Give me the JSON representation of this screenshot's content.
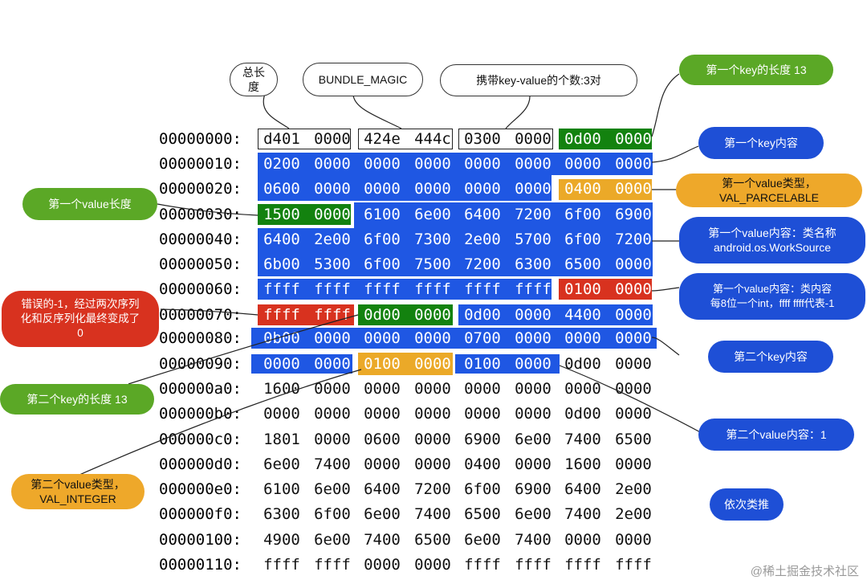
{
  "rows": [
    {
      "addr": "00000000:",
      "words": [
        "d401",
        "0000",
        "424e",
        "444c",
        "0300",
        "0000",
        "0d00",
        "0000"
      ]
    },
    {
      "addr": "00000010:",
      "words": [
        "0200",
        "0000",
        "0000",
        "0000",
        "0000",
        "0000",
        "0000",
        "0000"
      ]
    },
    {
      "addr": "00000020:",
      "words": [
        "0600",
        "0000",
        "0000",
        "0000",
        "0000",
        "0000",
        "0400",
        "0000"
      ]
    },
    {
      "addr": "00000030:",
      "words": [
        "1500",
        "0000",
        "6100",
        "6e00",
        "6400",
        "7200",
        "6f00",
        "6900"
      ]
    },
    {
      "addr": "00000040:",
      "words": [
        "6400",
        "2e00",
        "6f00",
        "7300",
        "2e00",
        "5700",
        "6f00",
        "7200"
      ]
    },
    {
      "addr": "00000050:",
      "words": [
        "6b00",
        "5300",
        "6f00",
        "7500",
        "7200",
        "6300",
        "6500",
        "0000"
      ]
    },
    {
      "addr": "00000060:",
      "words": [
        "ffff",
        "ffff",
        "ffff",
        "ffff",
        "ffff",
        "ffff",
        "0100",
        "0000"
      ]
    },
    {
      "addr": "00000070:",
      "words": [
        "ffff",
        "ffff",
        "0d00",
        "0000",
        "0d00",
        "0000",
        "4400",
        "0000"
      ]
    },
    {
      "addr": "00000080:",
      "words": [
        "0b00",
        "0000",
        "0000",
        "0000",
        "0700",
        "0000",
        "0000",
        "0000"
      ]
    },
    {
      "addr": "00000090:",
      "words": [
        "0000",
        "0000",
        "0100",
        "0000",
        "0100",
        "0000",
        "0d00",
        "0000"
      ]
    },
    {
      "addr": "000000a0:",
      "words": [
        "1600",
        "0000",
        "0000",
        "0000",
        "0000",
        "0000",
        "0000",
        "0000"
      ]
    },
    {
      "addr": "000000b0:",
      "words": [
        "0000",
        "0000",
        "0000",
        "0000",
        "0000",
        "0000",
        "0d00",
        "0000"
      ]
    },
    {
      "addr": "000000c0:",
      "words": [
        "1801",
        "0000",
        "0600",
        "0000",
        "6900",
        "6e00",
        "7400",
        "6500"
      ]
    },
    {
      "addr": "000000d0:",
      "words": [
        "6e00",
        "7400",
        "0000",
        "0000",
        "0400",
        "0000",
        "1600",
        "0000"
      ]
    },
    {
      "addr": "000000e0:",
      "words": [
        "6100",
        "6e00",
        "6400",
        "7200",
        "6f00",
        "6900",
        "6400",
        "2e00"
      ]
    },
    {
      "addr": "000000f0:",
      "words": [
        "6300",
        "6f00",
        "6e00",
        "7400",
        "6500",
        "6e00",
        "7400",
        "2e00"
      ]
    },
    {
      "addr": "00000100:",
      "words": [
        "4900",
        "6e00",
        "7400",
        "6500",
        "6e00",
        "7400",
        "0000",
        "0000"
      ]
    },
    {
      "addr": "00000110:",
      "words": [
        "ffff",
        "ffff",
        "0000",
        "0000",
        "ffff",
        "ffff",
        "ffff",
        "ffff"
      ]
    }
  ],
  "labels": {
    "total_length": "总长度",
    "bundle_magic": "BUNDLE_MAGIC",
    "pair_count": "携带key-value的个数:3对",
    "key1_length": "第一个key的长度 13",
    "key1_content": "第一个key内容",
    "value1_type_line1": "第一个value类型，",
    "value1_type_line2": "VAL_PARCELABLE",
    "value1_length": "第一个value长度",
    "value1_content_a_line1": "第一个value内容：类名称",
    "value1_content_a_line2": "android.os.WorkSource",
    "value1_content_b_line1": "第一个value内容：类内容",
    "value1_content_b_line2": "每8位一个int，ffff ffff代表-1",
    "wrong_line1": "错误的-1，经过两次序列",
    "wrong_line2": "化和反序列化最终变成了",
    "wrong_line3": "0",
    "key2_content": "第二个key内容",
    "key2_length": "第二个key的长度 13",
    "value2_content": "第二个value内容：1",
    "value2_type_line1": "第二个value类型，",
    "value2_type_line2": "VAL_INTEGER",
    "and_so_on": "依次类推"
  },
  "watermark": "@稀土掘金技术社区",
  "colors": {
    "blue": "#1f57e3",
    "green": "#13820f",
    "red": "#d8321f",
    "orange": "#eba928",
    "bubble_green": "#5ba826"
  }
}
